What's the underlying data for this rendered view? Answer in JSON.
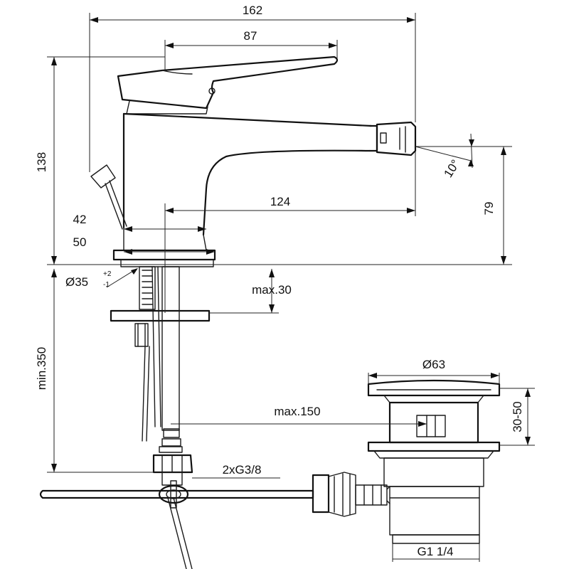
{
  "labels": {
    "overall_width": "162",
    "lever_width": "87",
    "overall_height": "138",
    "spout_reach": "124",
    "spout_height": "79",
    "spout_angle": "10°",
    "body_depth_a": "42",
    "body_depth_b": "50",
    "hole_diameter": "Ø35",
    "hole_tol_plus": "+2",
    "hole_tol_minus": "-1",
    "deck_thickness": "max.30",
    "hose_length": "min.350",
    "waste_diameter": "Ø63",
    "waste_range": "30-50",
    "rod_length": "max.150",
    "connections": "2xG3/8",
    "waste_thread": "G1 1/4"
  }
}
